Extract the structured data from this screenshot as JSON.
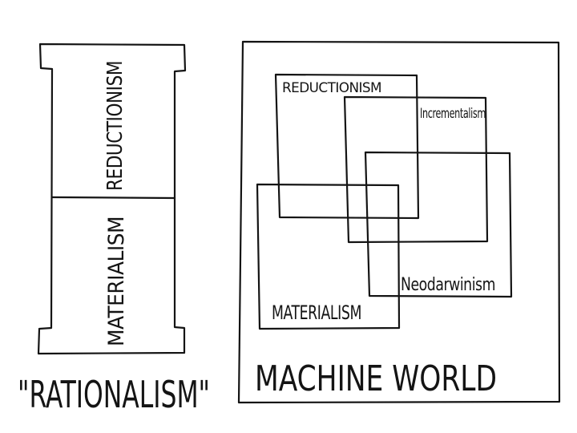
{
  "pillar": {
    "top_label": "REDUCTIONISM",
    "bottom_label": "MATERIALISM",
    "caption": "\"RATIONALISM\""
  },
  "machine_world": {
    "title": "MACHINE WORLD",
    "boxes": [
      {
        "label": "REDUCTIONISM"
      },
      {
        "label": "Incrementalism"
      },
      {
        "label": "Neodarwinism"
      },
      {
        "label": "MATERIALISM"
      }
    ]
  }
}
